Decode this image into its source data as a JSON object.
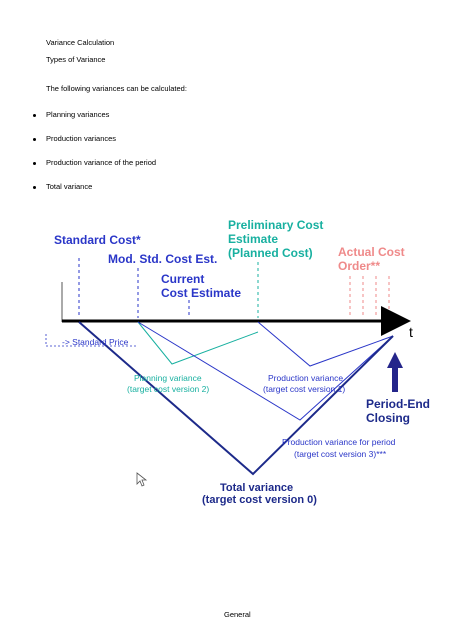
{
  "heading": {
    "line1": "Variance Calculation",
    "line2": "Types of Variance"
  },
  "intro": "The following variances can be calculated:",
  "bullets": [
    "Planning variances",
    "Production variances",
    "Production variance of the period",
    "Total variance"
  ],
  "diagram": {
    "standard_cost": "Standard Cost*",
    "mod_std_cost": "Mod. Std. Cost Est.",
    "current_cost_l1": "Current",
    "current_cost_l2": "Cost Estimate",
    "preliminary_l1": "Preliminary Cost",
    "preliminary_l2": "Estimate",
    "preliminary_l3": "(Planned Cost)",
    "actual_l1": "Actual Cost",
    "actual_l2": "Order**",
    "axis_t": "t",
    "standard_price": "-> Standard Price",
    "planning_var_l1": "Planning variance",
    "planning_var_l2": "(target cost version 2)",
    "production_var_l1": "Production variance",
    "production_var_l2": "(target cost version 1)",
    "period_end_l1": "Period-End",
    "period_end_l2": "Closing",
    "prod_period_l1": "Production variance for period",
    "prod_period_l2": "(target cost version 3)***",
    "total_var_l1": "Total variance",
    "total_var_l2": "(target cost version 0)",
    "colors": {
      "blue": "#2a36c8",
      "cyan": "#18b0a0",
      "red": "#ef8a8a",
      "navy": "#1d2a8a"
    }
  },
  "footer": "General"
}
